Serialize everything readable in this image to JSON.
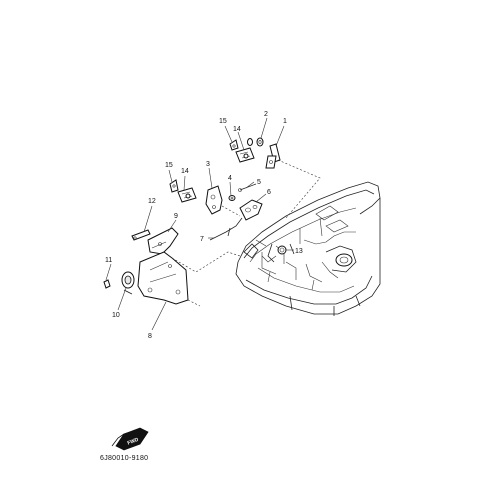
{
  "diagram": {
    "part_labels": {
      "p1": "1",
      "p2": "2",
      "p3": "3",
      "p4": "4",
      "p5": "5",
      "p6": "6",
      "p7": "7",
      "p8": "8",
      "p9": "9",
      "p10": "10",
      "p11": "11",
      "p12": "12",
      "p13": "13",
      "p14a": "14",
      "p14b": "14",
      "p15a": "15",
      "p15b": "15"
    },
    "fwd_label": "FWD",
    "drawing_code": "6J80010-9180"
  }
}
